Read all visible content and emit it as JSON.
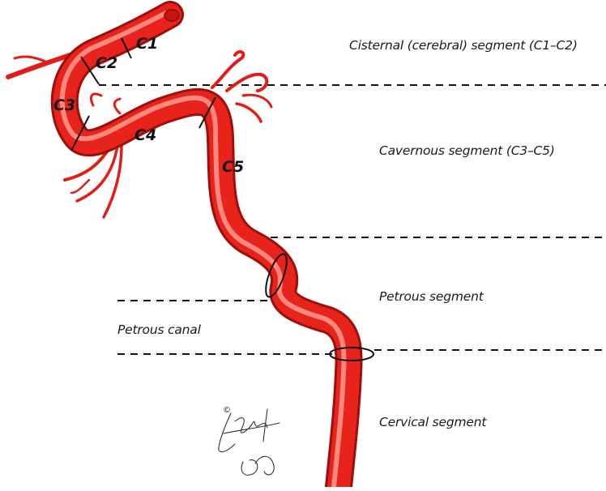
{
  "segment_labels": {
    "cisternal": "Cisternal (cerebral) segment (C1–C2)",
    "cavernous": "Cavernous segment (C3–C5)",
    "petrous": "Petrous segment",
    "petrous_canal": "Petrous canal",
    "cervical": "Cervical segment"
  },
  "part_labels": {
    "c1": "C1",
    "c2": "C2",
    "c3": "C3",
    "c4": "C4",
    "c5": "C5"
  },
  "copyright_symbol": "©",
  "colors": {
    "artery": "#e8231c",
    "artery_dark": "#b3120e",
    "artery_highlight": "#ff8a80",
    "line": "#111111"
  },
  "icons": {
    "signature": "signature-icon"
  }
}
